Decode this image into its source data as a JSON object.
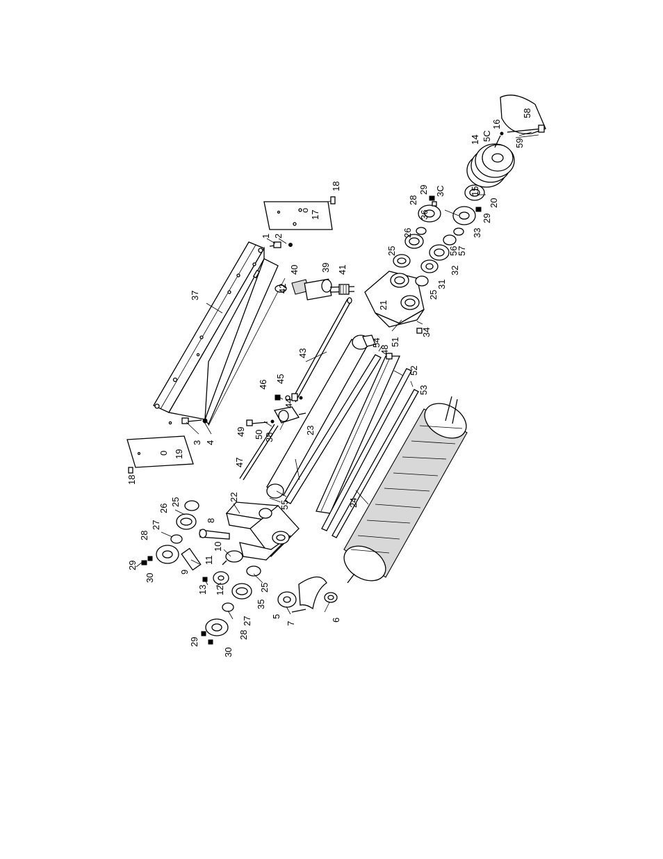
{
  "diagram": {
    "type": "exploded-parts-view",
    "part_labels": [
      {
        "id": "p37",
        "text": "37"
      },
      {
        "id": "p1",
        "text": "1"
      },
      {
        "id": "p2",
        "text": "2"
      },
      {
        "id": "p3",
        "text": "3"
      },
      {
        "id": "p4",
        "text": "4"
      },
      {
        "id": "p18a",
        "text": "18"
      },
      {
        "id": "p17",
        "text": "17"
      },
      {
        "id": "p18b",
        "text": "18"
      },
      {
        "id": "p19",
        "text": "19"
      },
      {
        "id": "p40",
        "text": "40"
      },
      {
        "id": "p42",
        "text": "42"
      },
      {
        "id": "p39",
        "text": "39"
      },
      {
        "id": "p41",
        "text": "41"
      },
      {
        "id": "p43",
        "text": "43"
      },
      {
        "id": "p46",
        "text": "46"
      },
      {
        "id": "p45",
        "text": "45"
      },
      {
        "id": "p44",
        "text": "44"
      },
      {
        "id": "p49",
        "text": "49"
      },
      {
        "id": "p50",
        "text": "50"
      },
      {
        "id": "p38",
        "text": "38"
      },
      {
        "id": "p47",
        "text": "47"
      },
      {
        "id": "p23",
        "text": "23"
      },
      {
        "id": "p55",
        "text": "55"
      },
      {
        "id": "p54",
        "text": "54"
      },
      {
        "id": "p48",
        "text": "48"
      },
      {
        "id": "p51",
        "text": "51"
      },
      {
        "id": "p52",
        "text": "52"
      },
      {
        "id": "p53",
        "text": "53"
      },
      {
        "id": "p24",
        "text": "24"
      },
      {
        "id": "p21",
        "text": "21"
      },
      {
        "id": "p34",
        "text": "34"
      },
      {
        "id": "p25a",
        "text": "25"
      },
      {
        "id": "p26a",
        "text": "26"
      },
      {
        "id": "p36",
        "text": "36"
      },
      {
        "id": "p28a",
        "text": "28"
      },
      {
        "id": "p29a",
        "text": "29"
      },
      {
        "id": "p30a",
        "text": "3C"
      },
      {
        "id": "p25b",
        "text": "25"
      },
      {
        "id": "p31",
        "text": "31"
      },
      {
        "id": "p32",
        "text": "32"
      },
      {
        "id": "p57",
        "text": "57"
      },
      {
        "id": "p56",
        "text": "56"
      },
      {
        "id": "p33",
        "text": "33"
      },
      {
        "id": "p29b",
        "text": "29"
      },
      {
        "id": "p20",
        "text": "20"
      },
      {
        "id": "p15",
        "text": "15"
      },
      {
        "id": "p14",
        "text": "14"
      },
      {
        "id": "p16",
        "text": "16"
      },
      {
        "id": "p50b",
        "text": "5C"
      },
      {
        "id": "p58",
        "text": "58"
      },
      {
        "id": "p59",
        "text": "59"
      },
      {
        "id": "p22",
        "text": "22"
      },
      {
        "id": "p25c",
        "text": "25"
      },
      {
        "id": "p26b",
        "text": "26"
      },
      {
        "id": "p27a",
        "text": "27"
      },
      {
        "id": "p28b",
        "text": "28"
      },
      {
        "id": "p29c",
        "text": "29"
      },
      {
        "id": "p30b",
        "text": "30"
      },
      {
        "id": "p8",
        "text": "8"
      },
      {
        "id": "p9",
        "text": "9"
      },
      {
        "id": "p10",
        "text": "10"
      },
      {
        "id": "p11",
        "text": "11"
      },
      {
        "id": "p12",
        "text": "12"
      },
      {
        "id": "p13",
        "text": "13"
      },
      {
        "id": "p25d",
        "text": "25"
      },
      {
        "id": "p35",
        "text": "35"
      },
      {
        "id": "p27b",
        "text": "27"
      },
      {
        "id": "p28c",
        "text": "28"
      },
      {
        "id": "p29d",
        "text": "29"
      },
      {
        "id": "p30c",
        "text": "30"
      },
      {
        "id": "p5",
        "text": "5"
      },
      {
        "id": "p7",
        "text": "7"
      },
      {
        "id": "p6",
        "text": "6"
      }
    ],
    "panel_texts": [
      {
        "id": "t17o",
        "text": "o"
      },
      {
        "id": "t19o",
        "text": "0"
      }
    ]
  }
}
